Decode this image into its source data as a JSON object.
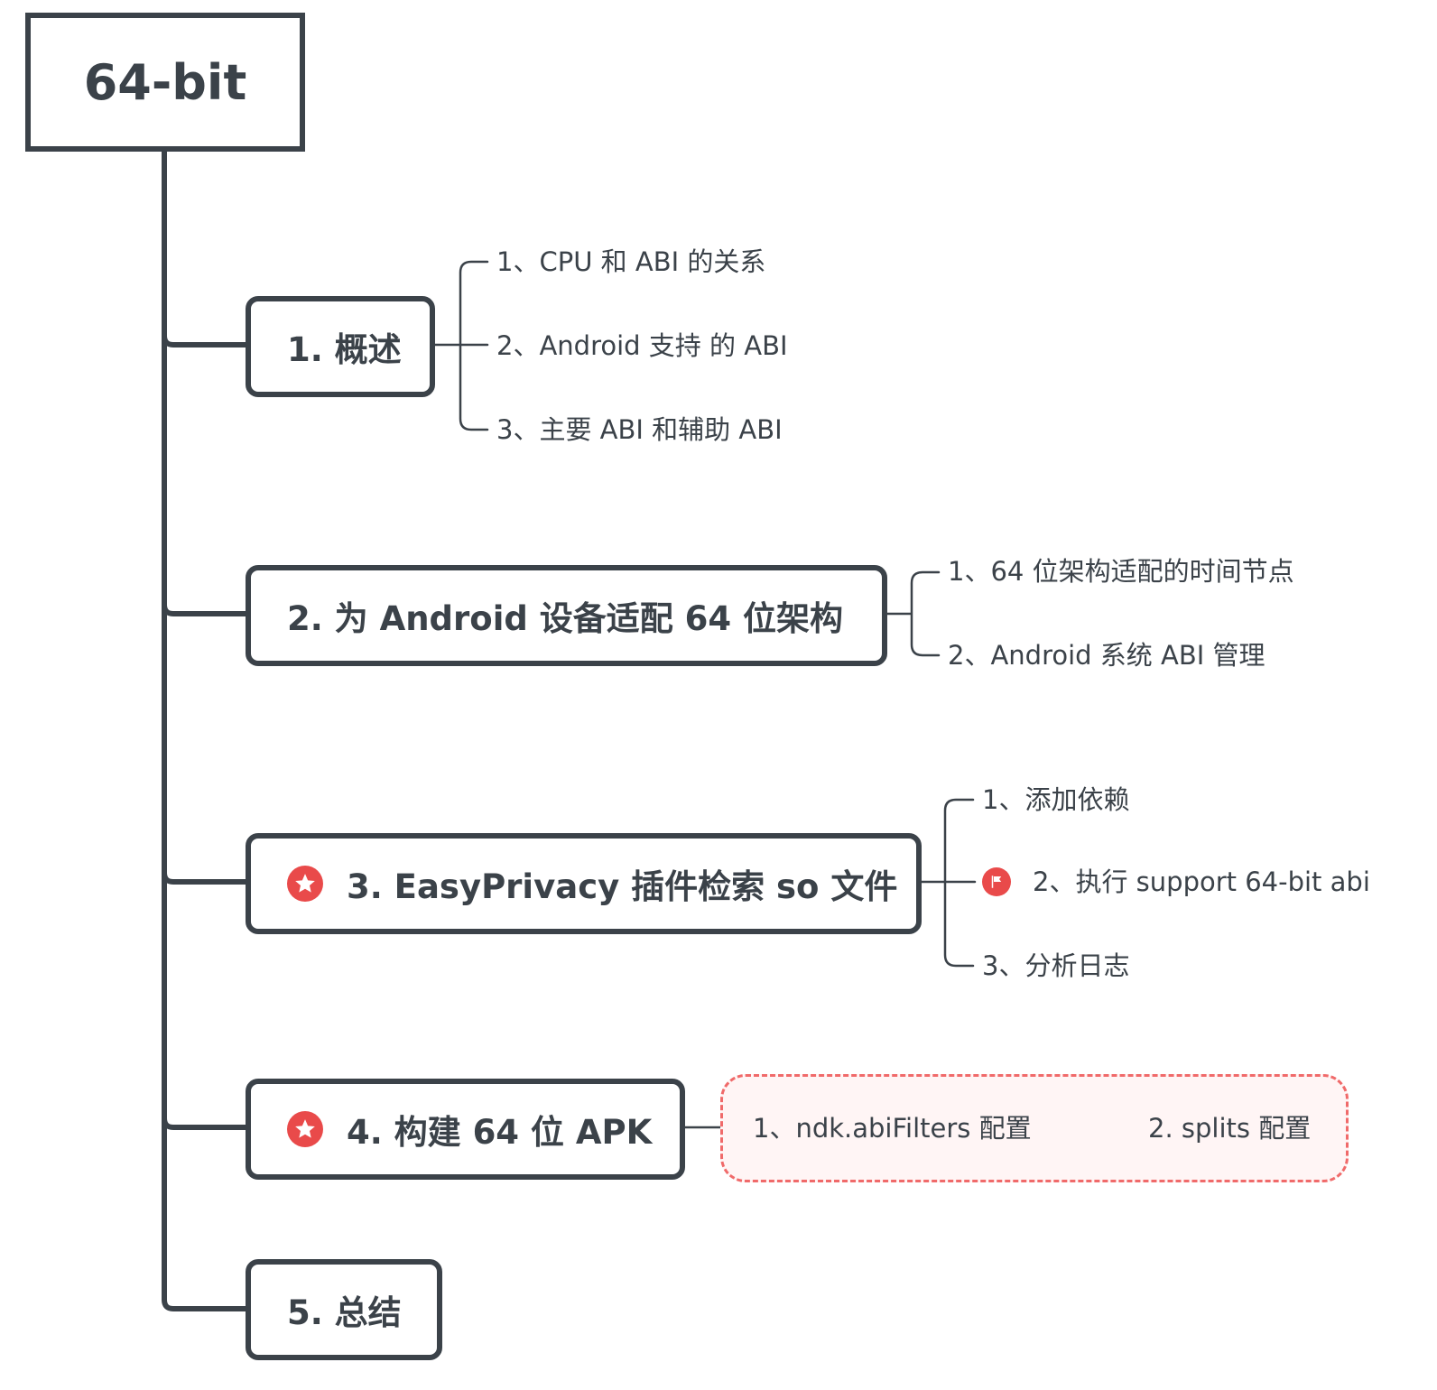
{
  "root": {
    "title": "64-bit"
  },
  "topics": [
    {
      "label": "1. 概述",
      "children": [
        "1、CPU 和 ABI 的关系",
        "2、Android 支持 的 ABI",
        "3、主要 ABI 和辅助 ABI"
      ]
    },
    {
      "label": "2. 为 Android 设备适配 64 位架构",
      "children": [
        "1、64 位架构适配的时间节点",
        "2、Android 系统 ABI 管理"
      ]
    },
    {
      "label": "3. EasyPrivacy 插件检索 so 文件",
      "marker": "star-icon",
      "children": [
        "1、添加依赖",
        "2、执行 support 64-bit abi",
        "3、分析日志"
      ],
      "child_markers": {
        "1": "flag-icon"
      }
    },
    {
      "label": "4. 构建 64 位 APK",
      "marker": "star-icon",
      "children": [
        "1、ndk.abiFilters 配置",
        "2. splits 配置"
      ]
    },
    {
      "label": "5. 总结"
    }
  ],
  "colors": {
    "line": "#3b4249",
    "marker": "#e94a4a",
    "boundary_border": "#f06a6a",
    "boundary_fill": "#fff5f5"
  }
}
